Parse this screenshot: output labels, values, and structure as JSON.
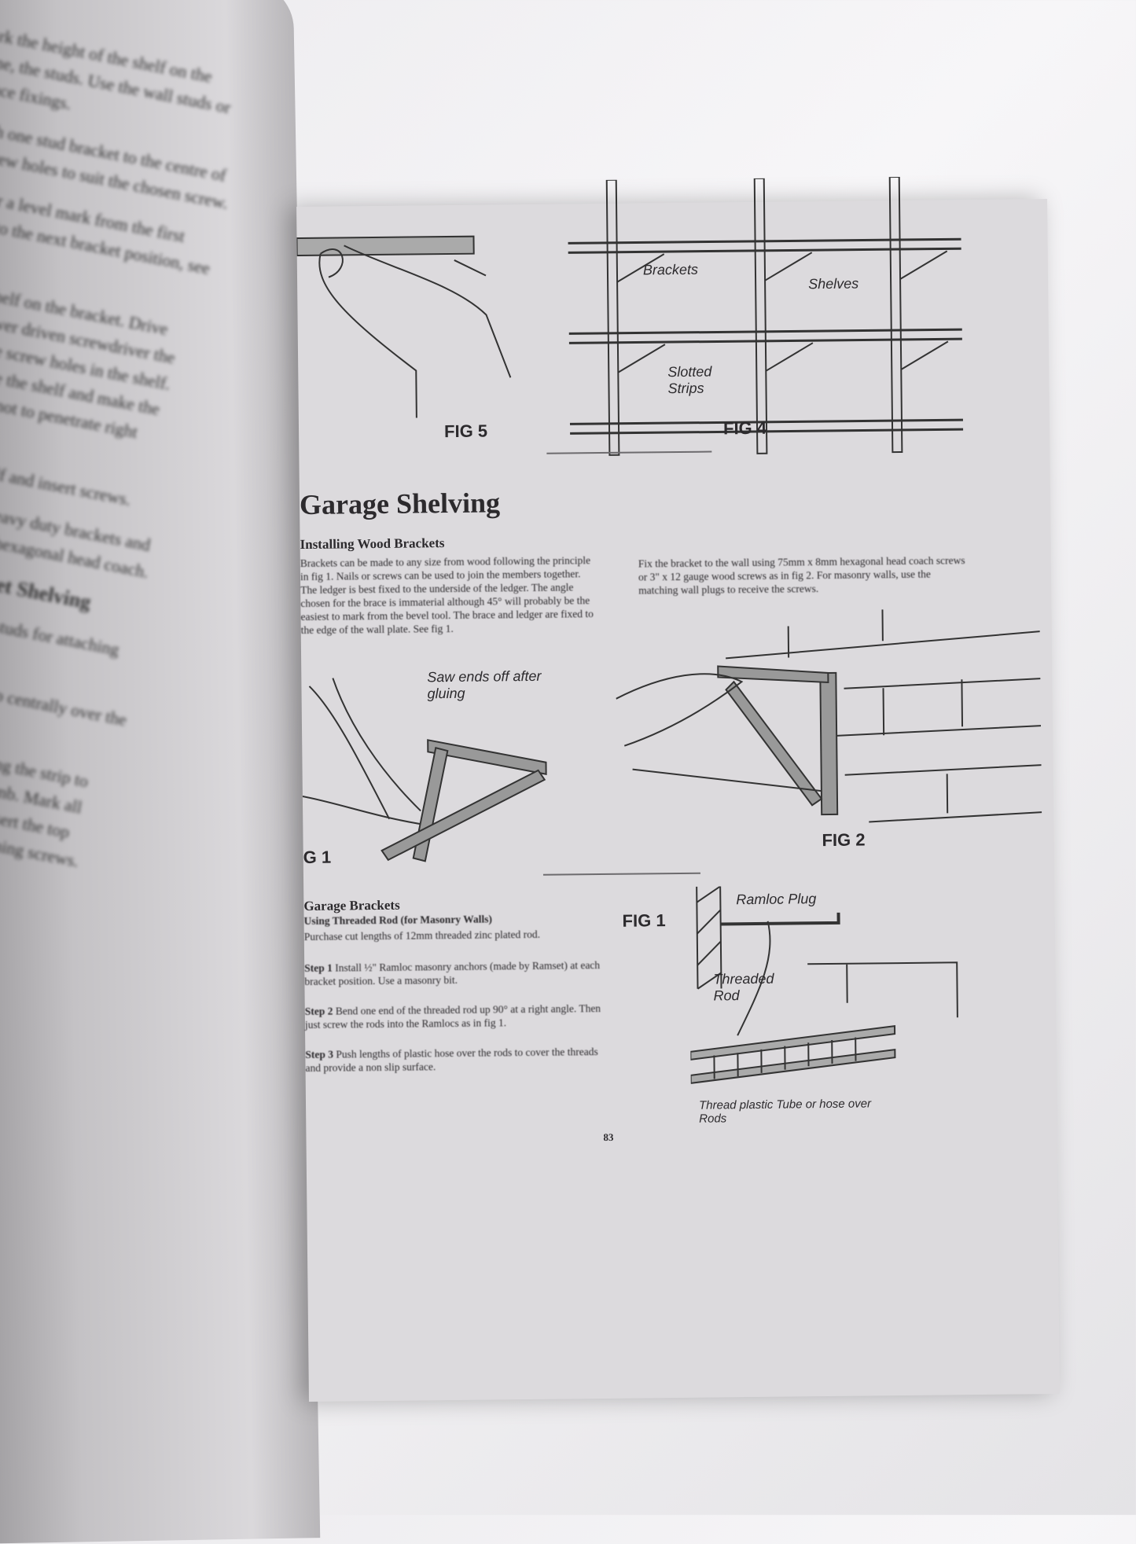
{
  "left_page": {
    "paragraphs": [
      "Mark the height of the shelf on the frame, the studs. Use the wall studs or surface fixings.",
      "Attach one stud bracket to the centre of the screw holes to suit the chosen screw.",
      "Transfer a level mark from the first bracket to the next bracket position, see fig 1.",
      "Rest the shelf on the bracket. Drive using a power driven screwdriver the centre of the screw holes in the shelf. Then remove the shelf and make the screw holes, not to penetrate right through.",
      "Reposition shelf and insert screws.",
      "For walls, use heavy duty brackets and coach screws or hexagonal head coach."
    ],
    "heading": "Strip & Bracket Shelving",
    "paragraphs2": [
      "Locate the nearest studs for attaching the strips.",
      "Hold one upright strip centrally over the hole for the top screw.",
      "Drive the screw allowing the strip to hang. Then find the plumb. Mark all holes. Drill the holes. Insert the top screws home, then remaining screws."
    ]
  },
  "figures": {
    "fig5": "FIG 5",
    "fig4": "FIG 4",
    "fig1_top": "G 1",
    "fig2": "FIG 2",
    "fig1": "FIG 1"
  },
  "fig4_labels": {
    "brackets": "Brackets",
    "shelves": "Shelves",
    "strips": "Slotted Strips"
  },
  "fig1_note": "Saw ends off after gluing",
  "fig1_labels": {
    "plug": "Ramloc Plug",
    "rod": "Threaded Rod",
    "tube": "Thread plastic Tube or hose over Rods"
  },
  "section_title": "Garage Shelving",
  "wood": {
    "heading": "Installing Wood Brackets",
    "text": "Brackets can be made to any size from wood following the principle in fig 1. Nails or screws can be used to join the members together. The ledger is best fixed to the underside of the ledger. The angle chosen for the brace is immaterial although 45° will probably be the easiest to mark from the bevel tool. The brace and ledger are fixed to the edge of the wall plate. See fig 1."
  },
  "fix_text": "Fix the bracket to the wall using 75mm x 8mm hexagonal head coach screws or 3\" x 12 gauge wood screws as in fig 2. For masonry walls, use the matching wall plugs to receive the screws.",
  "garage": {
    "heading": "Garage Brackets",
    "subheading": "Using Threaded Rod (for Masonry Walls)",
    "intro": "Purchase cut lengths of 12mm threaded zinc plated rod.",
    "steps": [
      {
        "label": "Step 1",
        "text": "Install ½\" Ramloc masonry anchors (made by Ramset) at each bracket position. Use a masonry bit."
      },
      {
        "label": "Step 2",
        "text": "Bend one end of the threaded rod up 90° at a right angle. Then just screw the rods into the Ramlocs as in fig 1."
      },
      {
        "label": "Step 3",
        "text": "Push lengths of plastic hose over the rods to cover the threads and provide a non slip surface."
      }
    ]
  },
  "page_number": "83"
}
